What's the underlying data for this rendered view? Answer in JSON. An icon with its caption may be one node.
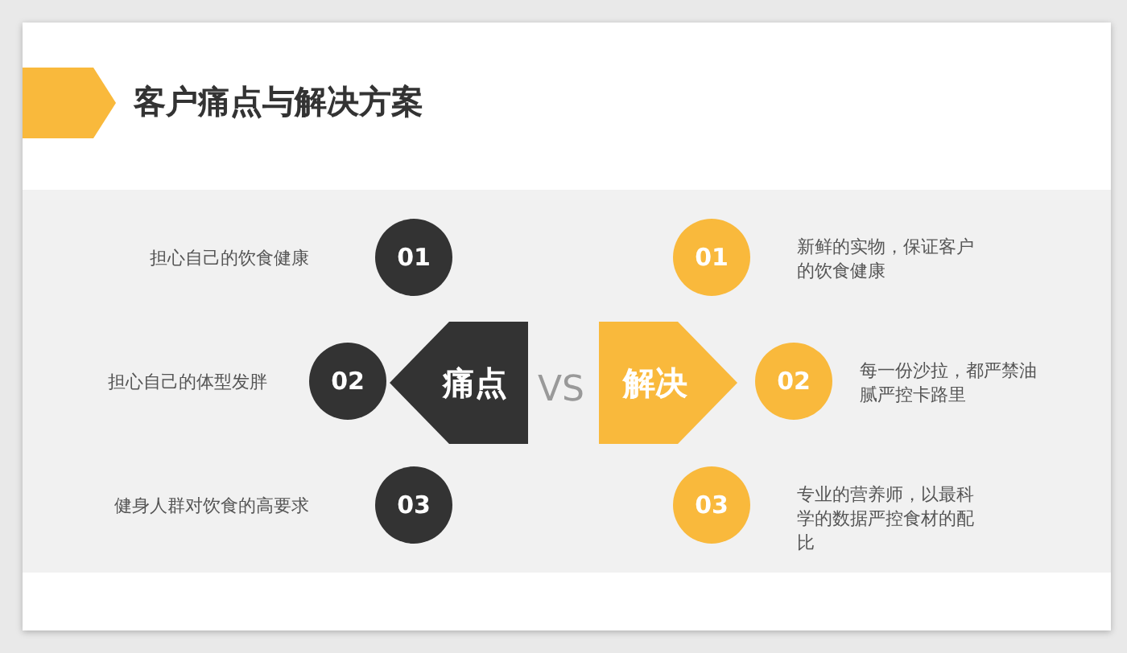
{
  "diagram": {
    "title": "客户痛点与解决方案",
    "nodes": [
      {
        "text": [
          "01"
        ],
        "beside": [
          "担心自己的饮食健康"
        ]
      },
      {
        "text": [
          "01"
        ],
        "beside": [
          "新鲜的实物，保证客户的饮食健康"
        ]
      },
      {
        "text": [
          "02"
        ],
        "beside": [
          "担心自己的体型发胖"
        ]
      },
      {
        "text": [
          "痛点"
        ]
      },
      {
        "text": [
          "解决"
        ]
      },
      {
        "text": [
          "02"
        ],
        "beside": [
          "每一份沙拉，都严禁油腻严控卡路里"
        ]
      },
      {
        "text": [
          "03"
        ],
        "beside": [
          "健身人群对饮食的高要求"
        ]
      },
      {
        "text": [
          "03"
        ],
        "beside": [
          "专业的营养师，以最科学的数据严控食材的配比"
        ]
      }
    ],
    "labels": [
      "VS"
    ]
  }
}
